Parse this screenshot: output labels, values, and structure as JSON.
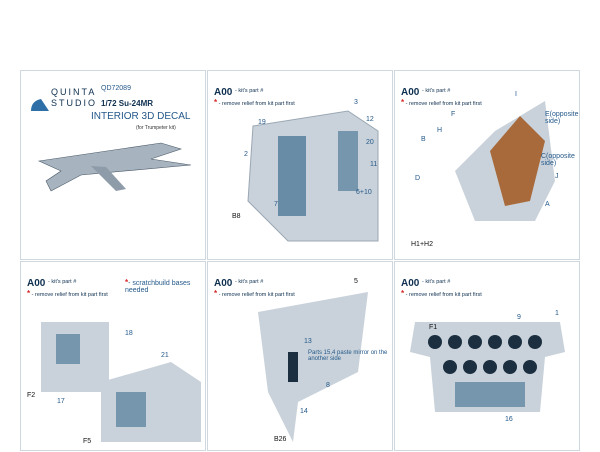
{
  "brand": {
    "line1": "QUINTA",
    "line2": "STUDIO"
  },
  "product": {
    "code": "QD72089",
    "scale_model": "1/72 Su-24MR",
    "title": "INTERIOR 3D DECAL",
    "note": "(for Trumpeter kit)"
  },
  "common": {
    "part_code": "A00",
    "kits_part": "- kit's part #",
    "remove_relief": "- remove relief from kit part first"
  },
  "panel2": {
    "labels": [
      "3",
      "19",
      "12",
      "2",
      "20",
      "11",
      "6+10",
      "7",
      "B8"
    ]
  },
  "panel3": {
    "labels": [
      "I",
      "E(opposite side)",
      "F",
      "H",
      "B",
      "C(opposite side)",
      "J",
      "D",
      "A",
      "H1+H2"
    ]
  },
  "panel4": {
    "legend": "- scratchbuild bases needed",
    "labels": [
      "18",
      "21",
      "17",
      "F2",
      "F5"
    ]
  },
  "panel5": {
    "labels": [
      "5",
      "13",
      "Parts 15,4 paste mirror on the another side",
      "14",
      "8",
      "B26"
    ]
  },
  "panel6": {
    "labels": [
      "9",
      "1",
      "F1",
      "16"
    ]
  },
  "colors": {
    "blue": "#25598a",
    "navy": "#0d2f4f",
    "red": "#d62828",
    "part_gray": "#c9d2da"
  }
}
